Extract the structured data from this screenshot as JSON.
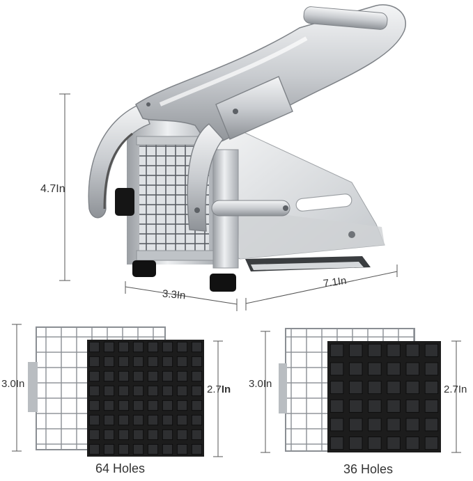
{
  "product": {
    "height_label": "4.7In",
    "depth_label": "3.3In",
    "length_label": "7.1In"
  },
  "blade_64": {
    "frame_height_label": "3.0In",
    "blade_height_label_num": "2.7",
    "blade_height_label_unit": "In",
    "caption": "64 Holes"
  },
  "blade_36": {
    "frame_height_label": "3.0In",
    "blade_height_label": "2.7In",
    "caption": "36 Holes"
  },
  "colors": {
    "steel_light": "#e6e8ea",
    "steel_mid": "#b9bdc1",
    "steel_dark": "#7d8186",
    "blade_black": "#1c1c1c",
    "foot_black": "#111111",
    "dim_line": "#555555"
  }
}
